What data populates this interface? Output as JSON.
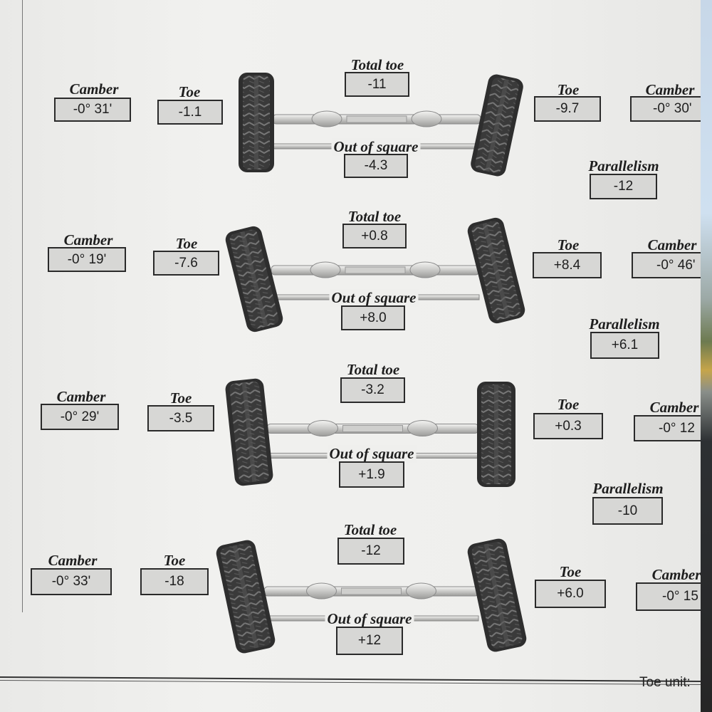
{
  "sheet": {
    "labels": {
      "camber": "Camber",
      "toe": "Toe",
      "total_toe": "Total toe",
      "out_of_square": "Out of square",
      "parallelism": "Parallelism"
    },
    "axles": [
      {
        "left_camber": "-0° 31'",
        "left_toe": "-1.1",
        "total_toe": "-11",
        "out_of_square": "-4.3",
        "right_toe": "-9.7",
        "right_camber": "-0° 30'",
        "parallelism": "-12"
      },
      {
        "left_camber": "-0° 19'",
        "left_toe": "-7.6",
        "total_toe": "+0.8",
        "out_of_square": "+8.0",
        "right_toe": "+8.4",
        "right_camber": "-0° 46'",
        "parallelism": "+6.1"
      },
      {
        "left_camber": "-0° 29'",
        "left_toe": "-3.5",
        "total_toe": "-3.2",
        "out_of_square": "+1.9",
        "right_toe": "+0.3",
        "right_camber": "-0° 12",
        "parallelism": "-10"
      },
      {
        "left_camber": "-0° 33'",
        "left_toe": "-18",
        "total_toe": "-12",
        "out_of_square": "+12",
        "right_toe": "+6.0",
        "right_camber": "-0° 15"
      }
    ],
    "footer": {
      "toe_unit": "Toe unit:"
    }
  }
}
